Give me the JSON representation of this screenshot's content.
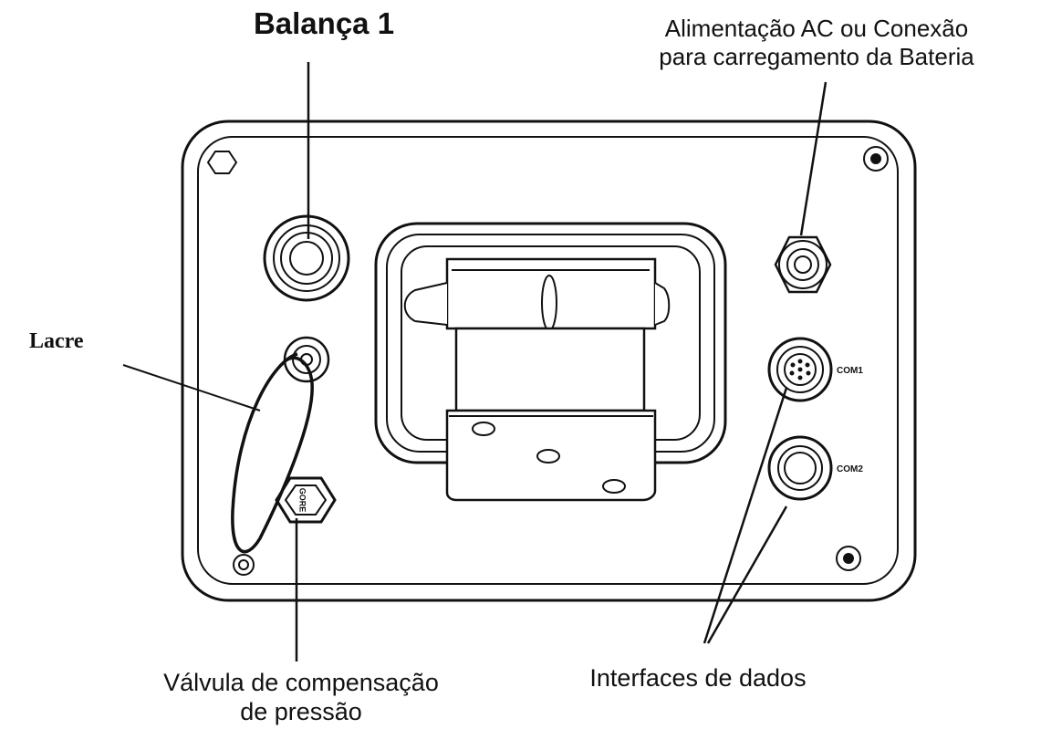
{
  "labels": {
    "balanca": "Balança 1",
    "alimentacao": [
      "Alimentação AC ou Conexão",
      "para carregamento da Bateria"
    ],
    "lacre": "Lacre",
    "valvula": [
      "Válvula de compensação",
      "de pressão"
    ],
    "interfaces": "Interfaces de dados"
  },
  "panel_labels": {
    "com1": "COM1",
    "com2": "COM2",
    "valve_text": "GORE"
  }
}
